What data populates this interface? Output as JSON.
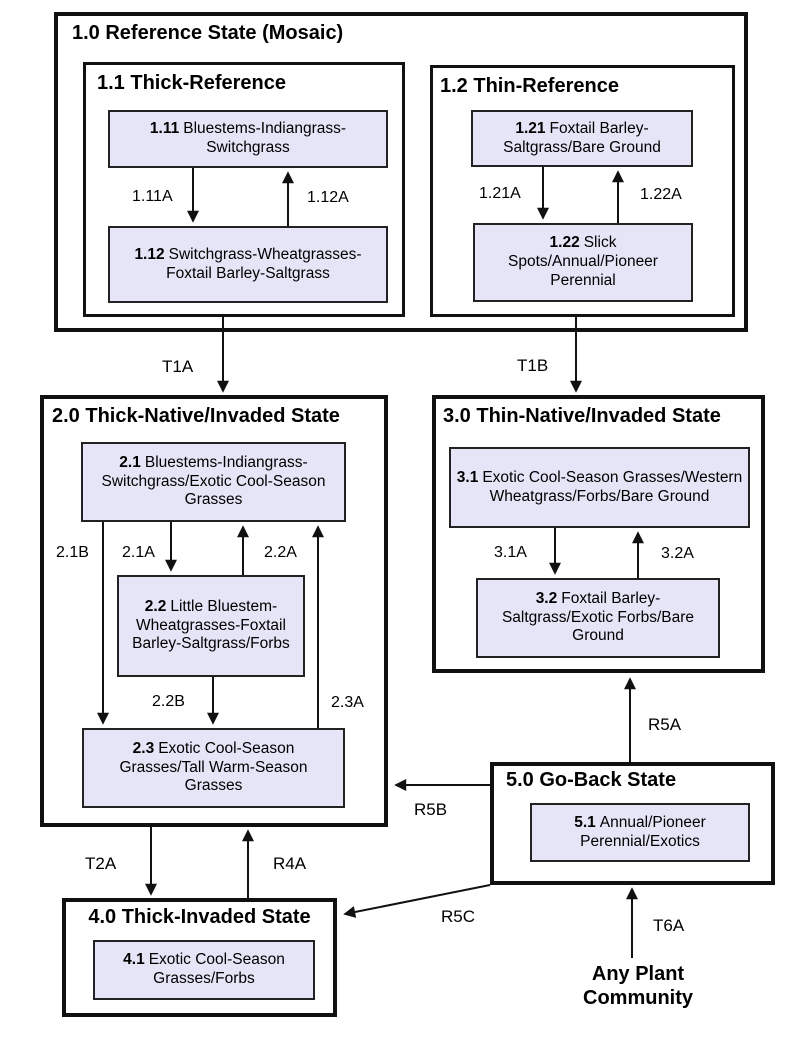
{
  "colors": {
    "line": "#111111",
    "community_fill": "#e5e5f7",
    "community_border": "#222222"
  },
  "reference_state": {
    "title": "1.0 Reference State (Mosaic)",
    "thick_reference": {
      "title": "1.1 Thick-Reference",
      "communities": [
        {
          "id": "1.11",
          "name": "Bluestems-Indiangrass-Switchgrass"
        },
        {
          "id": "1.12",
          "name": "Switchgrass-Wheatgrasses-Foxtail Barley-Saltgrass"
        }
      ],
      "pathways": [
        {
          "label": "1.11A"
        },
        {
          "label": "1.12A"
        }
      ]
    },
    "thin_reference": {
      "title": "1.2 Thin-Reference",
      "communities": [
        {
          "id": "1.21",
          "name": "Foxtail Barley-Saltgrass/Bare Ground"
        },
        {
          "id": "1.22",
          "name": "Slick Spots/Annual/Pioneer Perennial"
        }
      ],
      "pathways": [
        {
          "label": "1.21A"
        },
        {
          "label": "1.22A"
        }
      ]
    }
  },
  "thick_native_state": {
    "title": "2.0 Thick-Native/Invaded State",
    "communities": [
      {
        "id": "2.1",
        "name": "Bluestems-Indiangrass-Switchgrass/Exotic Cool-Season Grasses"
      },
      {
        "id": "2.2",
        "name": "Little Bluestem-Wheatgrasses-Foxtail Barley-Saltgrass/Forbs"
      },
      {
        "id": "2.3",
        "name": "Exotic Cool-Season Grasses/Tall Warm-Season Grasses"
      }
    ],
    "pathways": [
      {
        "label": "2.1B"
      },
      {
        "label": "2.1A"
      },
      {
        "label": "2.2A"
      },
      {
        "label": "2.3A"
      },
      {
        "label": "2.2B"
      }
    ]
  },
  "thin_native_state": {
    "title": "3.0 Thin-Native/Invaded State",
    "communities": [
      {
        "id": "3.1",
        "name": "Exotic Cool-Season Grasses/Western Wheatgrass/Forbs/Bare Ground"
      },
      {
        "id": "3.2",
        "name": "Foxtail Barley-Saltgrass/Exotic Forbs/Bare Ground"
      }
    ],
    "pathways": [
      {
        "label": "3.1A"
      },
      {
        "label": "3.2A"
      }
    ]
  },
  "thick_invaded_state": {
    "title": "4.0 Thick-Invaded State",
    "communities": [
      {
        "id": "4.1",
        "name": "Exotic Cool-Season Grasses/Forbs"
      }
    ]
  },
  "go_back_state": {
    "title": "5.0 Go-Back State",
    "communities": [
      {
        "id": "5.1",
        "name": "Annual/Pioneer Perennial/Exotics"
      }
    ]
  },
  "transitions": {
    "t1a": "T1A",
    "t1b": "T1B",
    "t2a": "T2A",
    "r4a": "R4A",
    "r5a": "R5A",
    "r5b": "R5B",
    "r5c": "R5C",
    "t6a": "T6A"
  },
  "footer": {
    "any_plant_community": "Any Plant Community"
  }
}
